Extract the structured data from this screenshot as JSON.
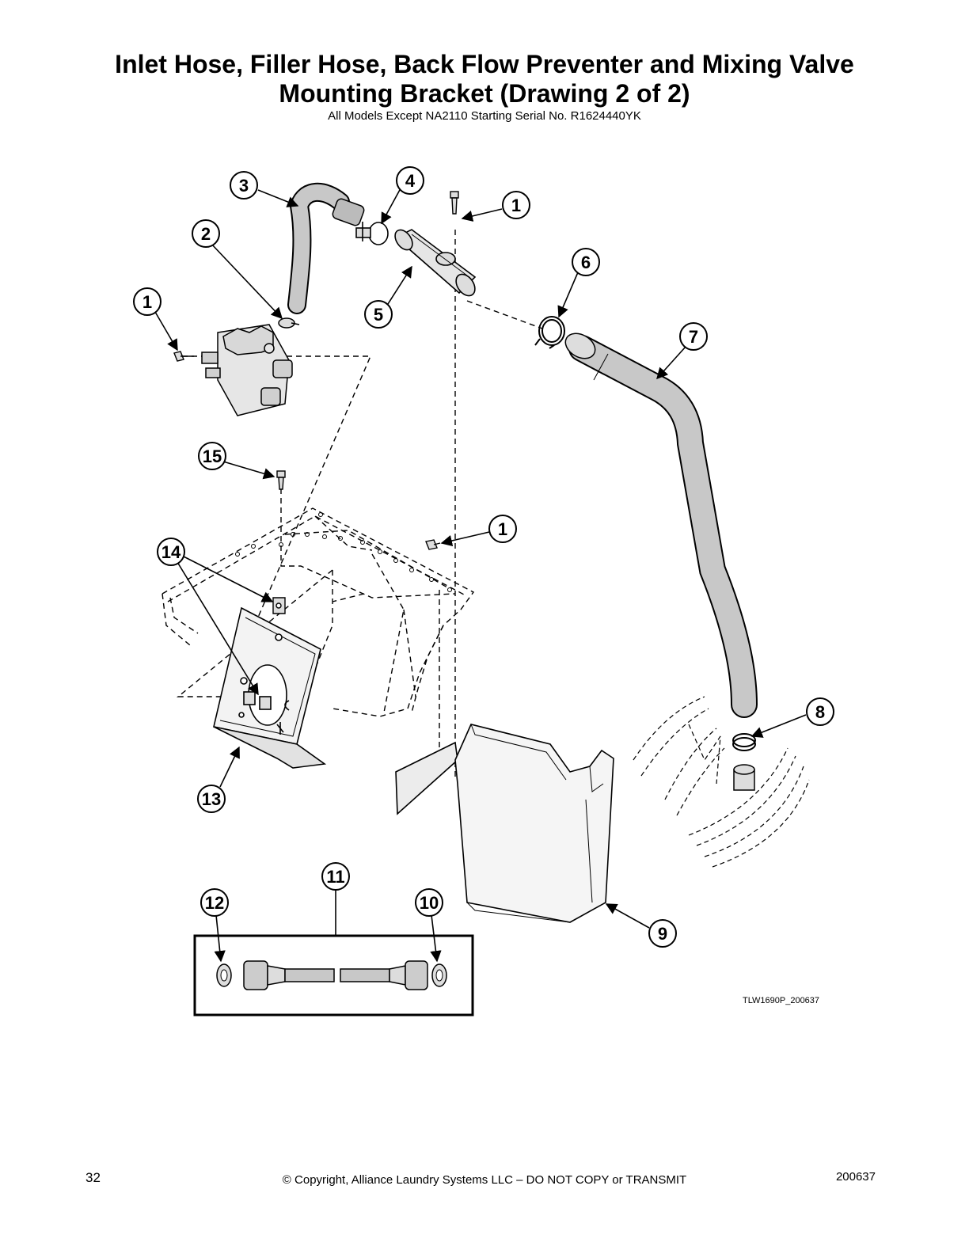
{
  "title_line1": "Inlet Hose, Filler Hose, Back Flow Preventer and Mixing Valve",
  "title_line2": "Mounting Bracket (Drawing 2 of 2)",
  "subtitle": "All Models Except NA2110 Starting Serial No. R1624440YK",
  "drawing_code": "TLW1690P_200637",
  "callouts": [
    "1",
    "2",
    "3",
    "4",
    "5",
    "6",
    "7",
    "8",
    "9",
    "10",
    "11",
    "12",
    "13",
    "14",
    "15"
  ],
  "footer": {
    "page_number": "32",
    "copyright": "© Copyright, Alliance Laundry Systems LLC – DO NOT COPY or TRANSMIT",
    "doc_number": "200637"
  },
  "colors": {
    "line": "#000000",
    "hose_fill": "#c8c8c8",
    "part_fill": "#e6e6e6"
  }
}
